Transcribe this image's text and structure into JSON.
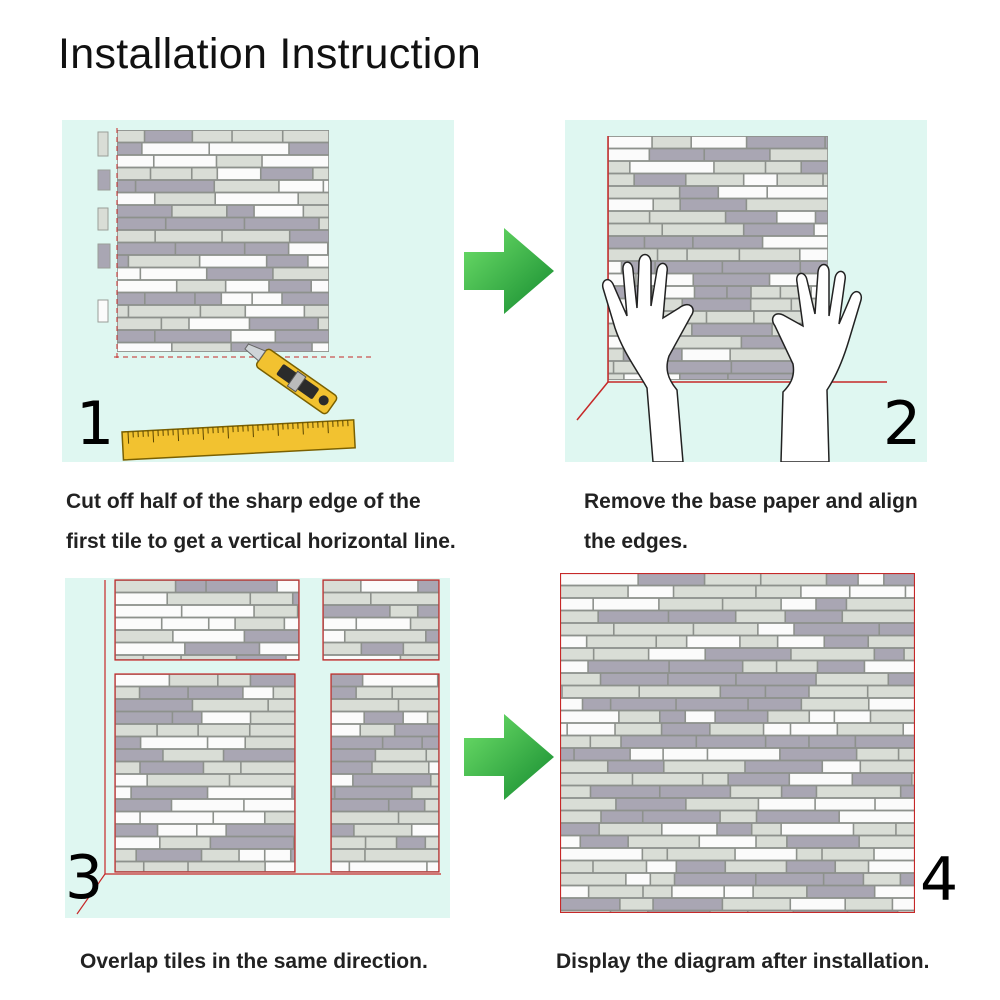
{
  "title": "Installation Instruction",
  "steps": [
    {
      "number": "1",
      "caption_line1": "Cut off half of the sharp edge of the",
      "caption_line2": "first tile to get a vertical horizontal line."
    },
    {
      "number": "2",
      "caption_line1": "Remove the base paper and align",
      "caption_line2": "the edges."
    },
    {
      "number": "3",
      "caption_line1": "Overlap tiles in the same direction.",
      "caption_line2": ""
    },
    {
      "number": "4",
      "caption_line1": "Display the diagram after installation.",
      "caption_line2": ""
    }
  ],
  "colors": {
    "panel_background": "#dff7f1",
    "arrow_green": "#2db84a",
    "guide_red": "#c62828",
    "ruler_yellow": "#f2c230",
    "tile_white": "#fbfbfb",
    "tile_gray": "#a9a6b3",
    "tile_marble": "#d9ddd6",
    "grout": "#8d918c"
  },
  "icons": [
    "hand-icon",
    "utility-knife-icon",
    "ruler-icon",
    "arrow-right-icon"
  ]
}
